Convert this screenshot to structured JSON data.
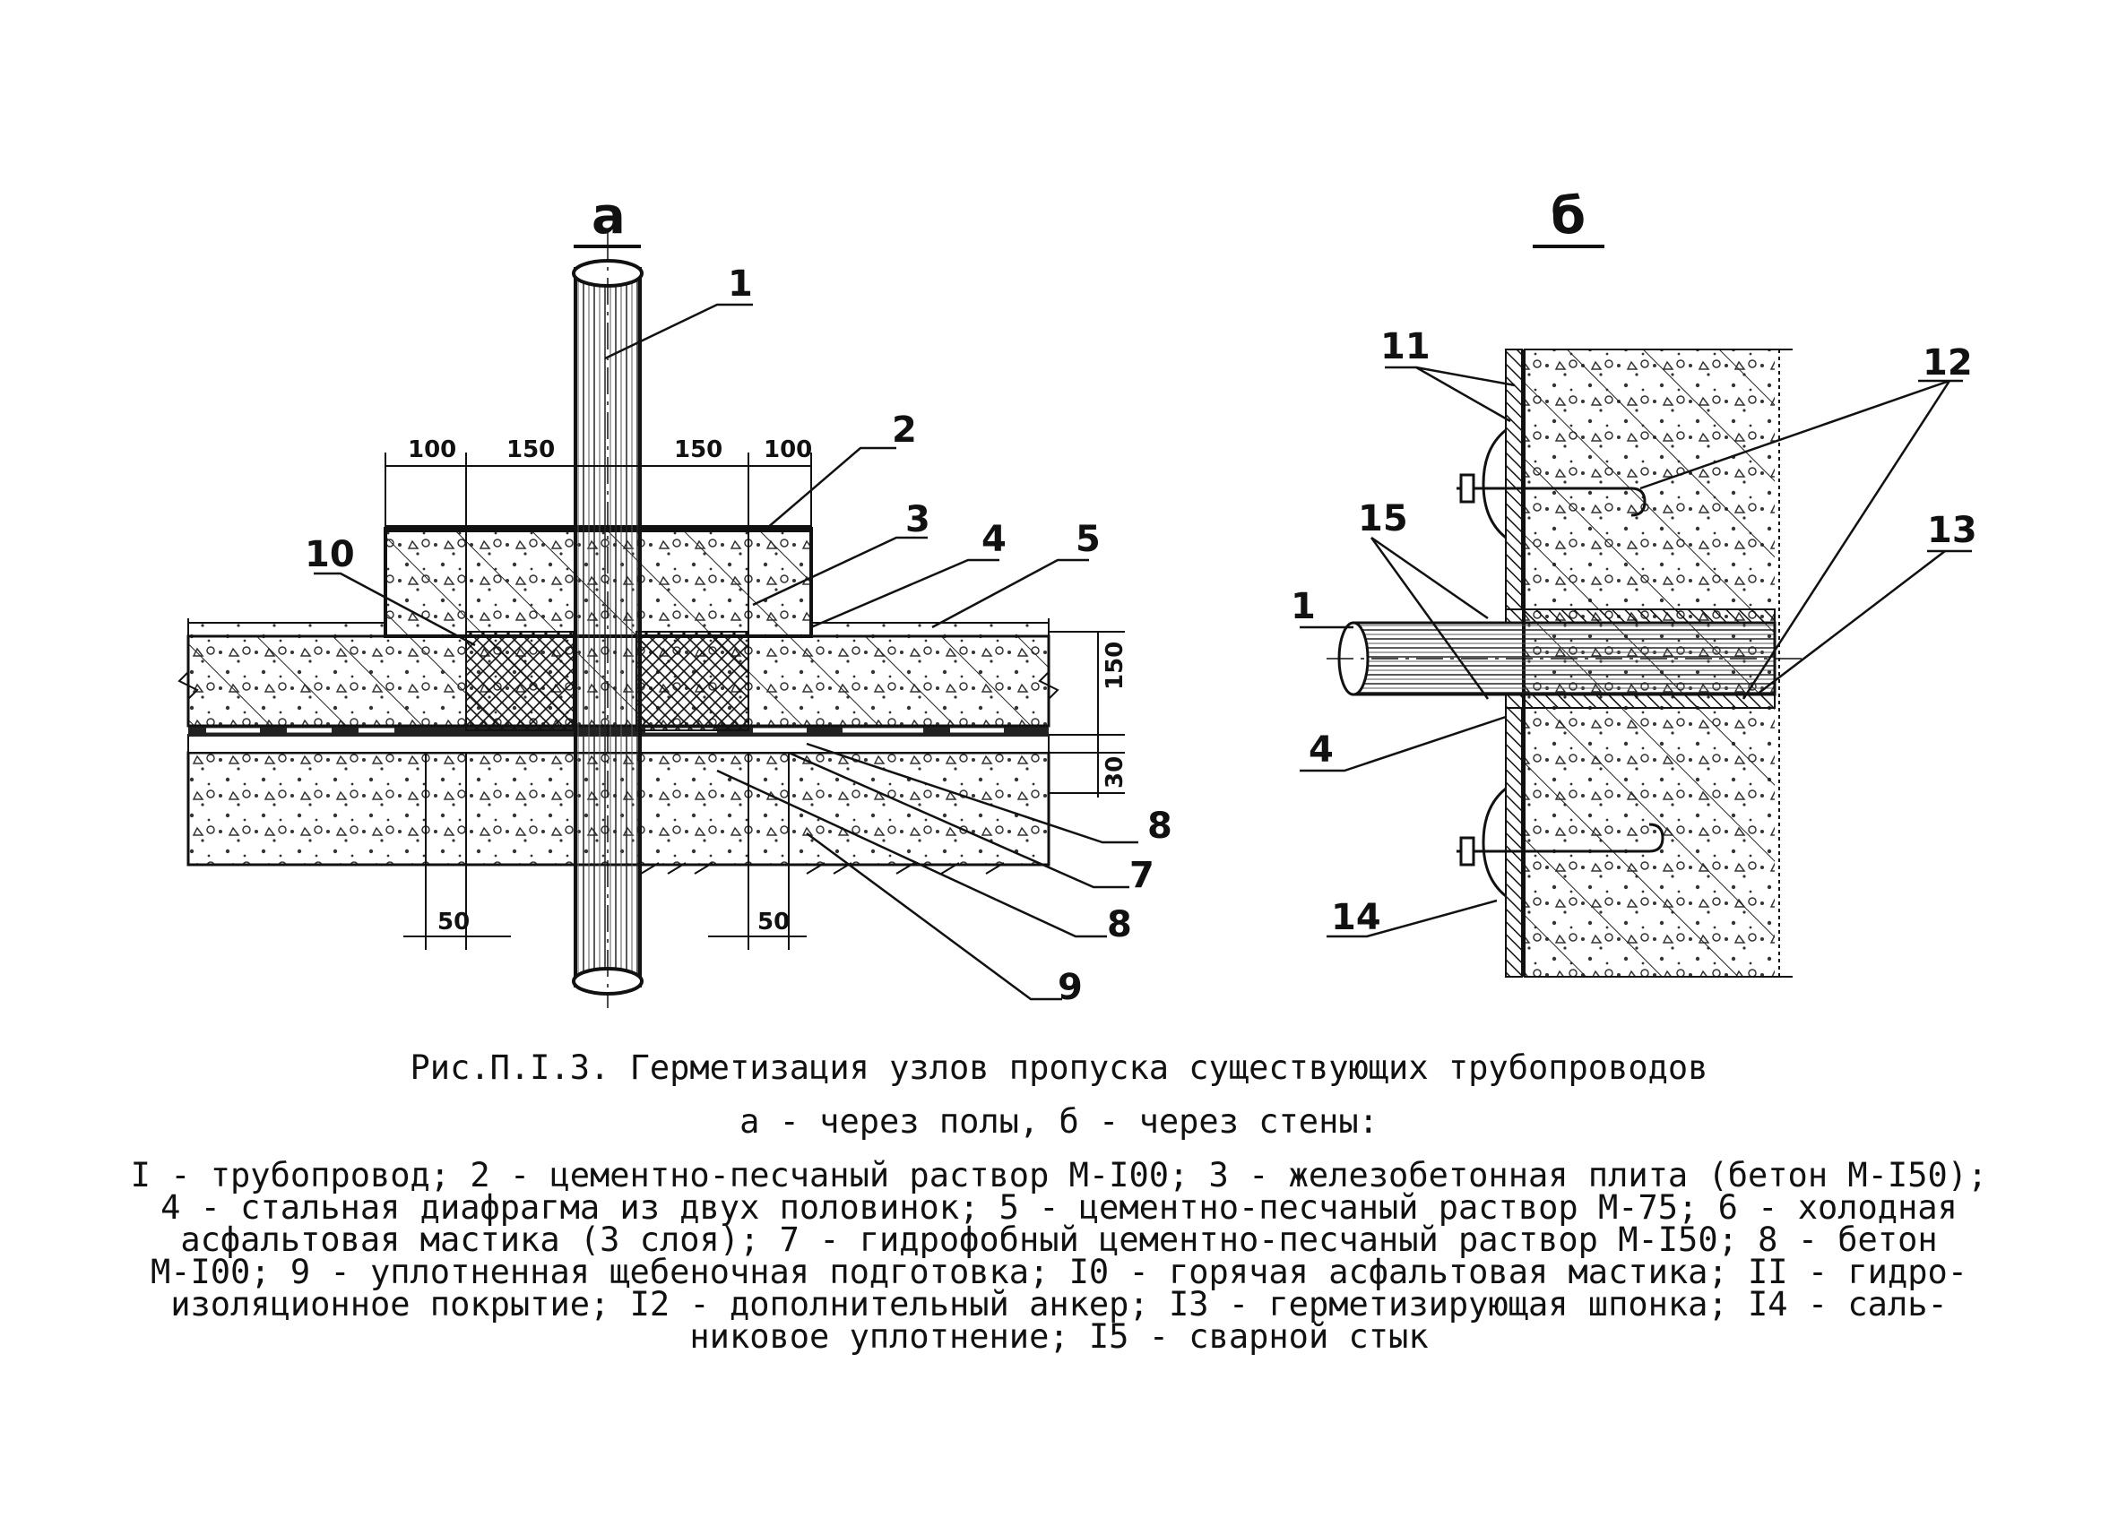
{
  "drawing_a": {
    "label": "а",
    "callouts": [
      "1",
      "2",
      "3",
      "4",
      "5",
      "10",
      "8",
      "7",
      "8",
      "9"
    ],
    "dims_top": [
      "100",
      "150",
      "150",
      "100"
    ],
    "dims_bottom": [
      "50",
      "50"
    ],
    "dims_side": [
      "150",
      "30"
    ]
  },
  "drawing_b": {
    "label": "б",
    "callouts": [
      "11",
      "12",
      "13",
      "15",
      "1",
      "4",
      "14"
    ]
  },
  "caption": {
    "title": "Рис.П.I.3. Герметизация узлов пропуска существующих трубопроводов",
    "subtitle": "а - через полы, б - через стены:",
    "legend_lines": [
      "I - трубопровод; 2 - цементно-песчаный раствор М-I00; 3 - железобетонная плита (бетон М-I50);",
      "4 - стальная диафрагма из двух половинок; 5 - цементно-песчаный раствор М-75; 6 - холодная",
      "асфальтовая мастика (3 слоя); 7 - гидрофобный цементно-песчаный раствор М-I50; 8 - бетон",
      "М-I00; 9 - уплотненная щебеночная подготовка; I0 - горячая асфальтовая мастика; II - гидро-",
      "изоляционное покрытие; I2 - дополнительный анкер; I3 - герметизирующая шпонка; I4 - саль-",
      "никовое уплотнение; I5 - сварной стык"
    ]
  }
}
